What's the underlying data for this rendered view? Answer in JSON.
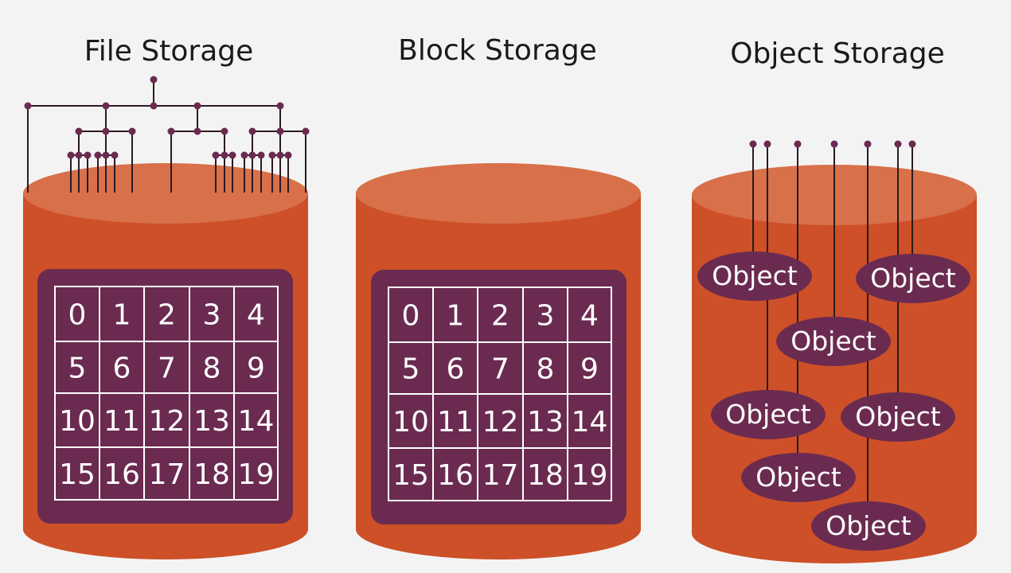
{
  "colors": {
    "background": "#f3f3f3",
    "cylinder_body": "#cd5028",
    "cylinder_top": "#d8704a",
    "panel": "#6b2b50",
    "grid_line": "#ffffff",
    "tree_line": "#2b1a22",
    "node": "#6b2b50"
  },
  "storages": [
    {
      "title": "File Storage",
      "cells": [
        "0",
        "1",
        "2",
        "3",
        "4",
        "5",
        "6",
        "7",
        "8",
        "9",
        "10",
        "11",
        "12",
        "13",
        "14",
        "15",
        "16",
        "17",
        "18",
        "19"
      ]
    },
    {
      "title": "Block Storage",
      "cells": [
        "0",
        "1",
        "2",
        "3",
        "4",
        "5",
        "6",
        "7",
        "8",
        "9",
        "10",
        "11",
        "12",
        "13",
        "14",
        "15",
        "16",
        "17",
        "18",
        "19"
      ]
    },
    {
      "title": "Object Storage",
      "objects": [
        "Object",
        "Object",
        "Object",
        "Object",
        "Object",
        "Object",
        "Object"
      ]
    }
  ],
  "icons": [
    "file-tree-icon",
    "object-pointer-icon"
  ]
}
